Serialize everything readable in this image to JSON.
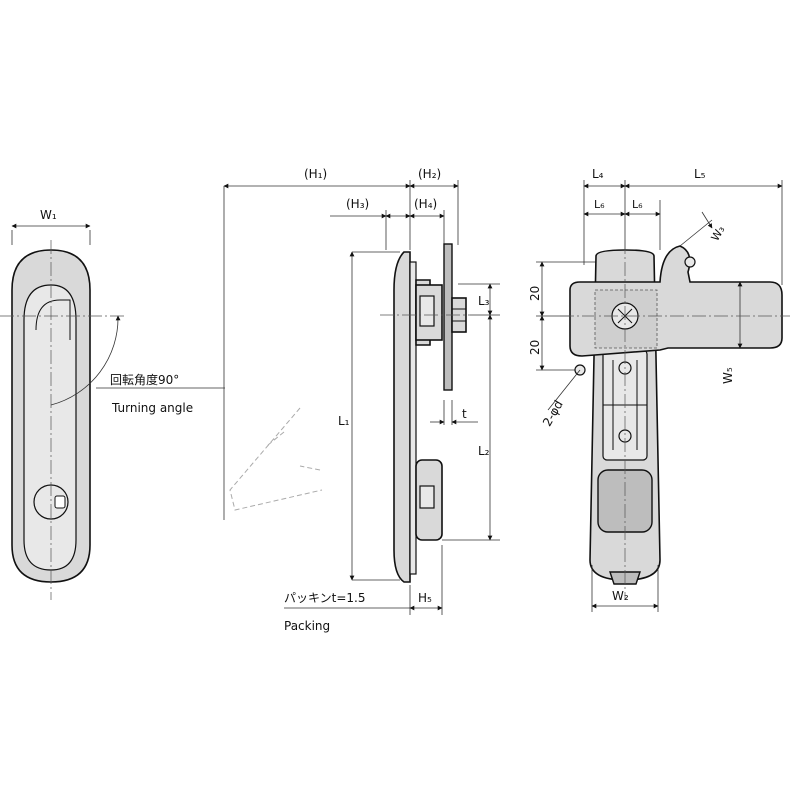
{
  "diagram": {
    "labels": {
      "w1": "W₁",
      "w2": "W₂",
      "w3": "W₃",
      "w5": "W₅",
      "h1": "(H₁)",
      "h2": "(H₂)",
      "h3": "(H₃)",
      "h4": "(H₄)",
      "h5": "H₅",
      "l1": "L₁",
      "l2": "L₂",
      "l3": "L₃",
      "l4": "L₄",
      "l5": "L₅",
      "l6a": "L₆",
      "l6b": "L₆",
      "t": "t",
      "twenty_top": "20",
      "twenty_bottom": "20",
      "holes": "2-φd",
      "rotation_jp": "回転角度90°",
      "rotation_en": "Turning angle",
      "packing_jp": "パッキンt=1.5",
      "packing_en": "Packing"
    }
  }
}
